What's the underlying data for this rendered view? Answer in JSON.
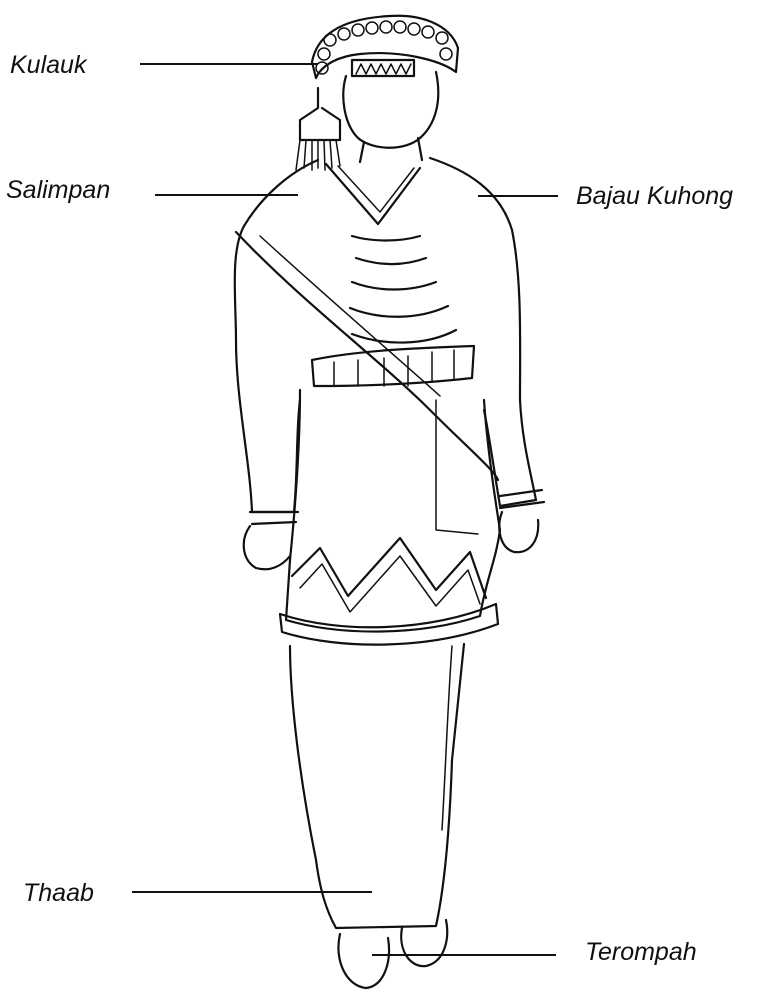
{
  "labels": {
    "kulauk": "Kulauk",
    "salimpan": "Salimpan",
    "bajau_kuhong": "Bajau Kuhong",
    "thaab": "Thaab",
    "terompah": "Terompah"
  },
  "colors": {
    "ink": "#111111",
    "paper": "#ffffff"
  }
}
